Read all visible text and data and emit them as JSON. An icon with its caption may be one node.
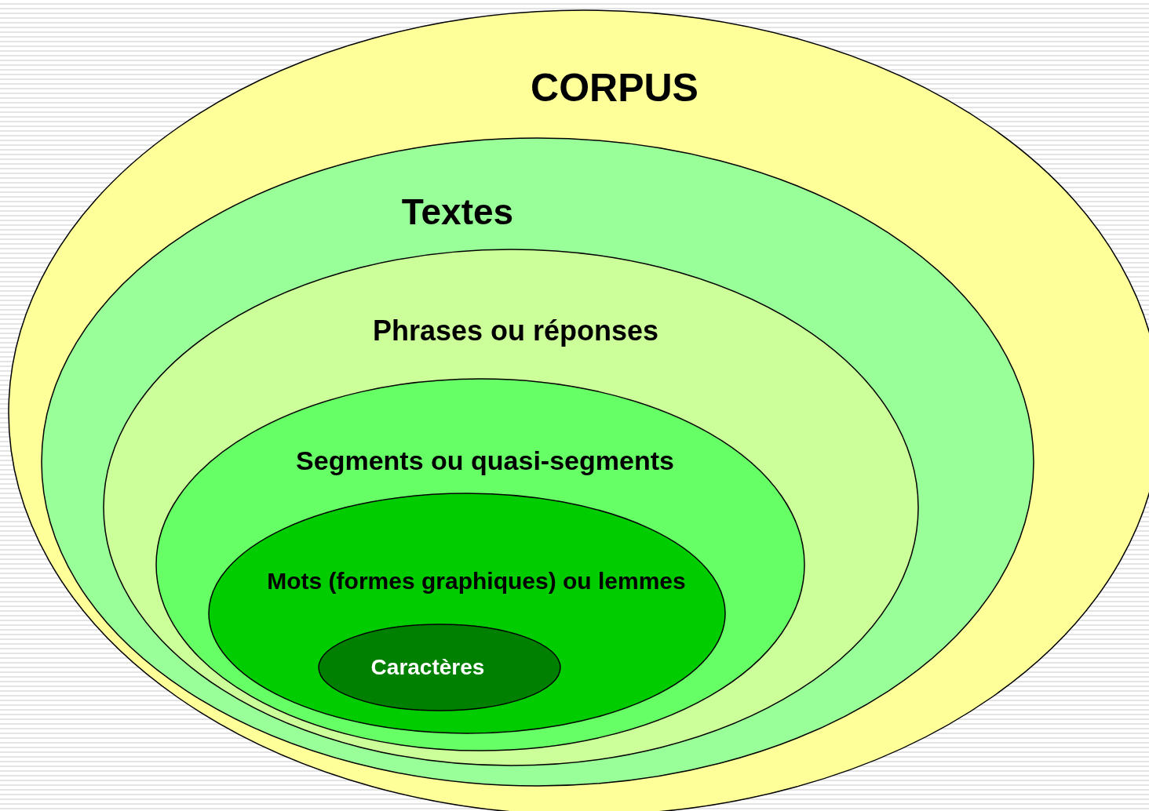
{
  "diagram": {
    "nodes": [
      {
        "text": [
          "CORPUS"
        ]
      },
      {
        "text": [
          "Textes"
        ],
        "in": 0
      },
      {
        "text": [
          "Phrases ou réponses"
        ],
        "in": 1
      },
      {
        "text": [
          "Segments ou quasi-segments"
        ],
        "in": 2
      },
      {
        "text": [
          "Mots (formes graphiques) ou lemmes"
        ],
        "in": 3
      },
      {
        "text": [
          "Caractères"
        ],
        "in": 4
      }
    ]
  }
}
